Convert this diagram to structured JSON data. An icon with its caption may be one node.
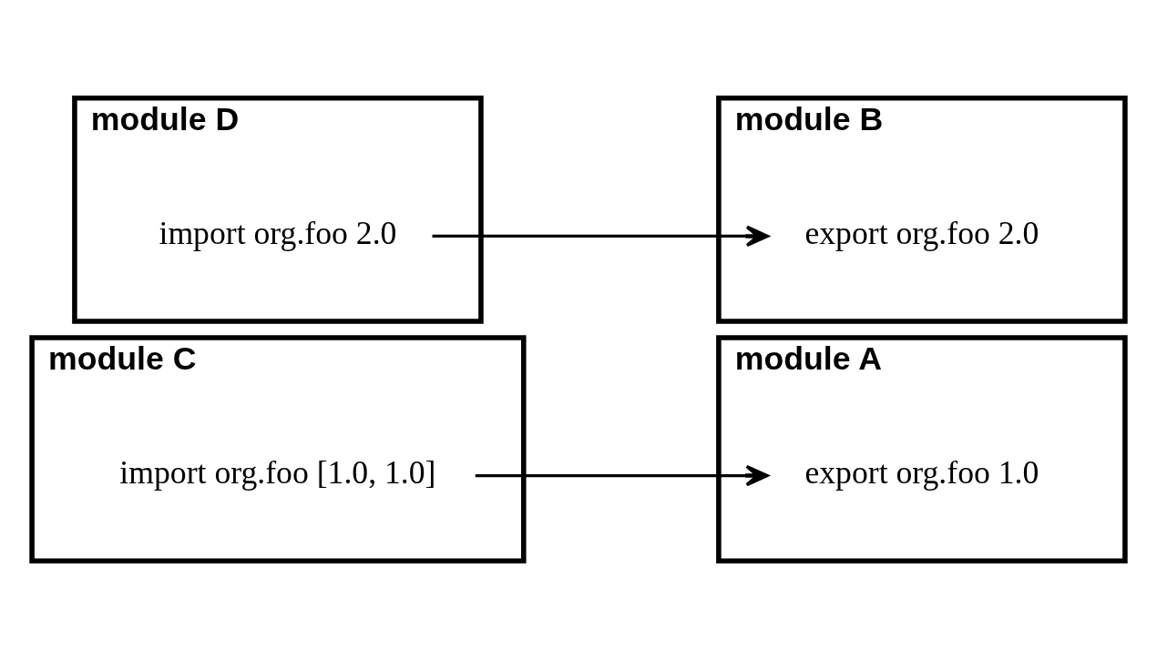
{
  "diagram": {
    "nodes": [
      {
        "text": [
          "module A"
        ]
      },
      {
        "text": [
          "export org.foo 1.0"
        ],
        "in": 0
      },
      {
        "text": [
          "module C"
        ]
      },
      {
        "text": [
          "import org.foo [1.0, 1.0]"
        ],
        "in": 2
      },
      {
        "text": [
          "module B"
        ]
      },
      {
        "text": [
          "export org.foo 2.0"
        ],
        "in": 4
      },
      {
        "text": [
          "module D"
        ]
      },
      {
        "text": [
          "import org.foo 2.0"
        ],
        "in": 6
      }
    ],
    "edges": [
      {
        "from": 3,
        "to": 1,
        "arrow": "to"
      },
      {
        "from": 7,
        "to": 5,
        "arrow": "to"
      }
    ]
  }
}
